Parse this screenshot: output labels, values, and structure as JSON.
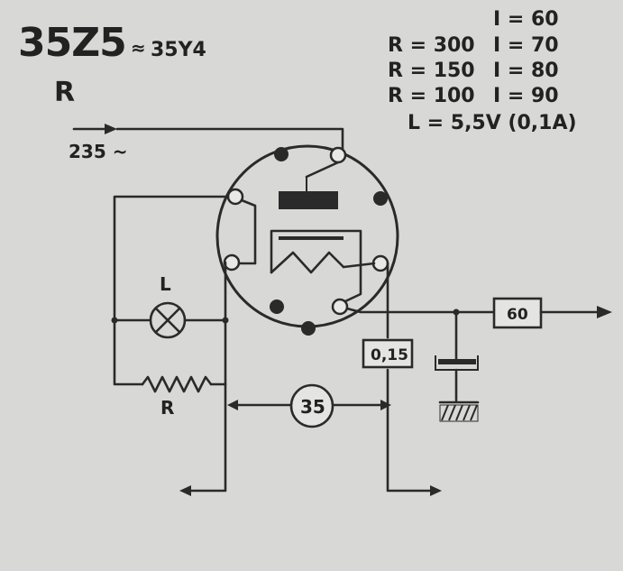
{
  "tube": {
    "type": "35Z5",
    "equivalent": "35Y4",
    "label_r": "R"
  },
  "spec_table": [
    {
      "r": "",
      "i": "I = 60"
    },
    {
      "r": "R = 300",
      "i": "I = 70"
    },
    {
      "r": "R = 150",
      "i": "I = 80"
    },
    {
      "r": "R = 100",
      "i": "I = 90"
    }
  ],
  "lamp_spec": "L = 5,5V (0,1A)",
  "input_label": "235 ~",
  "lamp_label": "L",
  "resistor_label": "R",
  "voltage_circle": "35",
  "box_left": "0,15",
  "box_right": "60"
}
